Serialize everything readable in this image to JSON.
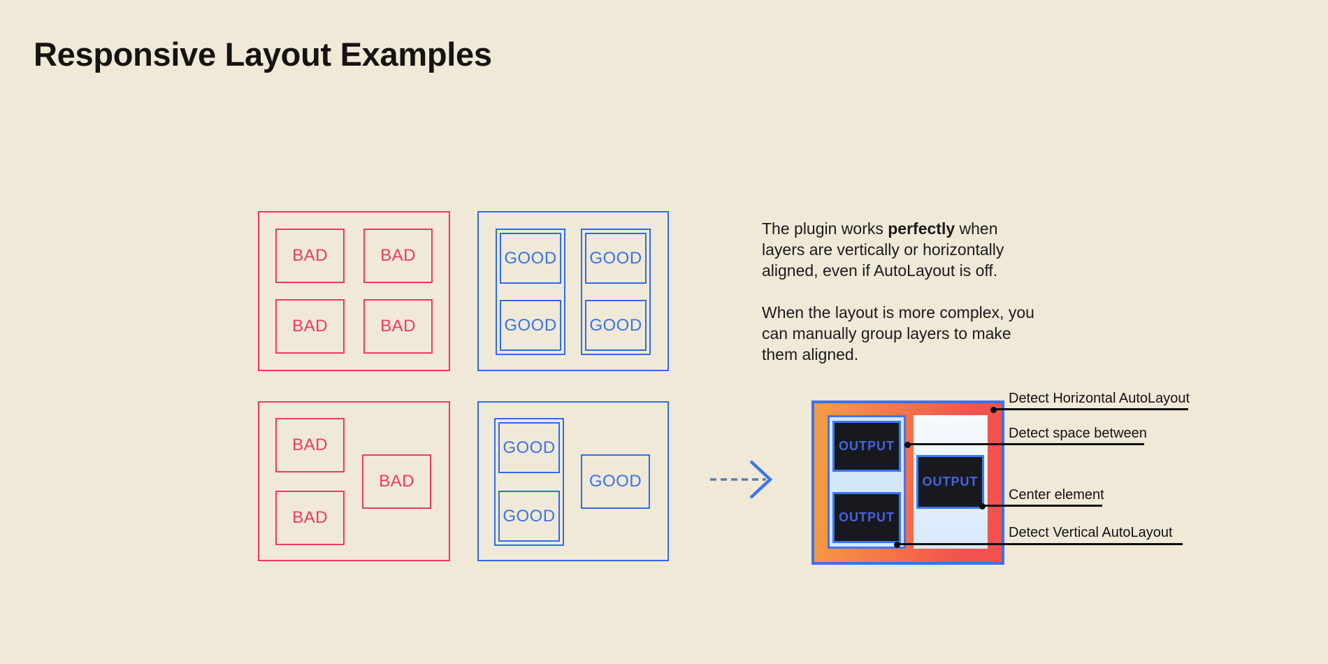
{
  "title": "Responsive Layout Examples",
  "labels": {
    "bad": "BAD",
    "good": "GOOD",
    "output": "OUTPUT"
  },
  "description": {
    "p1": {
      "l1_pre": "The plugin works ",
      "l1_bold": "perfectly",
      "l1_post": " when",
      "l2": "layers are vertically or horizontally",
      "l3": "aligned, even if AutoLayout is off."
    },
    "p2": {
      "l1": "When the layout is more complex, you",
      "l2": "can manually group layers to make",
      "l3": "them aligned."
    }
  },
  "annotations": [
    {
      "label": "Detect Horizontal AutoLayout"
    },
    {
      "label": "Detect space between"
    },
    {
      "label": "Center element"
    },
    {
      "label": "Detect Vertical AutoLayout"
    }
  ],
  "theme": {
    "colors": {
      "bg": "#f0e9d7",
      "ink": "#1b1b1b",
      "red": "#ef3a5d",
      "blue": "#2e6ce6",
      "orange-start": "#f59a44",
      "orange-end": "#f3524e",
      "panel-blue": "#d4e6fa",
      "strip-top": "#f7fbff",
      "strip-bottom": "#d7e8fa",
      "box-dark": "#17191e",
      "output-text": "#4862e0",
      "dash": "#5d7fa9",
      "callout": "#0d0d0d"
    }
  }
}
